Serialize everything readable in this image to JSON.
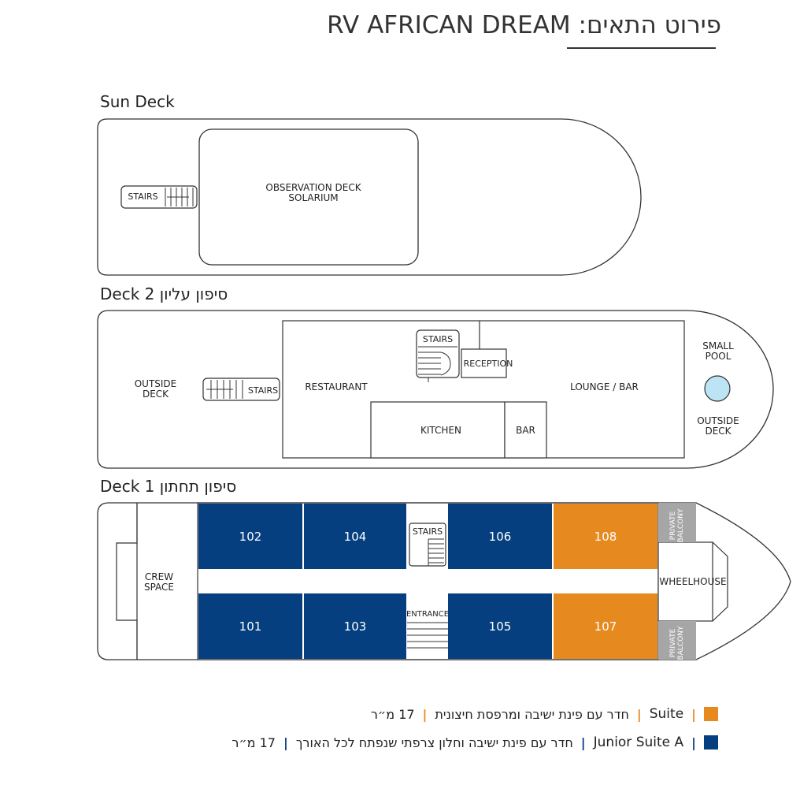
{
  "title": "פירוט התאים: RV AFRICAN DREAM",
  "colors": {
    "suite": "#e68a1f",
    "junior": "#053f7f",
    "balcony": "#a6a6a6",
    "pool": "#bde4f4",
    "line": "#333333"
  },
  "decks": {
    "sun": {
      "label": "Sun Deck",
      "stairs": "STAIRS",
      "observation": [
        "OBSERVATION DECK",
        "SOLARIUM"
      ]
    },
    "deck2": {
      "label": "סיפון עליון Deck 2",
      "outside_left": [
        "OUTSIDE",
        "DECK"
      ],
      "stairs_left": "STAIRS",
      "restaurant": "RESTAURANT",
      "stairs_center": "STAIRS",
      "reception": "RECEPTION",
      "lounge": "LOUNGE / BAR",
      "kitchen": "KITCHEN",
      "bar": "BAR",
      "pool": [
        "SMALL",
        "POOL"
      ],
      "outside_right": [
        "OUTSIDE",
        "DECK"
      ]
    },
    "deck1": {
      "label": "סיפון תחתון Deck 1",
      "crew": [
        "CREW",
        "SPACE"
      ],
      "stairs": "STAIRS",
      "entrance": "ENTRANCE",
      "wheelhouse": "WHEELHOUSE",
      "balcony": [
        "PRIVATE",
        "BALCONY"
      ],
      "rooms_top": [
        {
          "num": "102",
          "type": "junior"
        },
        {
          "num": "104",
          "type": "junior"
        },
        {
          "num": "106",
          "type": "junior"
        },
        {
          "num": "108",
          "type": "suite"
        }
      ],
      "rooms_bottom": [
        {
          "num": "101",
          "type": "junior"
        },
        {
          "num": "103",
          "type": "junior"
        },
        {
          "num": "105",
          "type": "junior"
        },
        {
          "num": "107",
          "type": "suite"
        }
      ]
    }
  },
  "legend": [
    {
      "name": "Suite",
      "desc": "חדר עם פינת ישיבה ומרפסת חיצונית",
      "size": "17 מ״ר",
      "type": "suite"
    },
    {
      "name": "Junior Suite A",
      "desc": "חדר עם פינת ישיבה וחלון צרפתי שנפתח לכל האורך",
      "size": "17 מ״ר",
      "type": "junior"
    }
  ]
}
